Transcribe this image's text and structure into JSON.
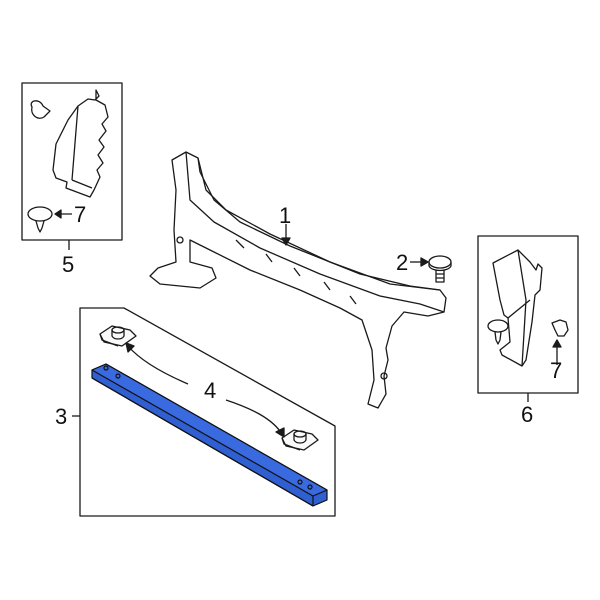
{
  "diagram": {
    "type": "exploded-parts-diagram",
    "colors": {
      "line": "#1a1a1a",
      "highlight": "#2f5fd0",
      "highlight_dark": "#1e3f9a",
      "background": "#ffffff"
    },
    "callouts": [
      {
        "id": "1",
        "label": "1",
        "part": "radiator-support-upper-tie-bar"
      },
      {
        "id": "2",
        "label": "2",
        "part": "bolt"
      },
      {
        "id": "3",
        "label": "3",
        "part": "lower-tie-bar-assembly"
      },
      {
        "id": "4",
        "label": "4",
        "part": "mount-brackets"
      },
      {
        "id": "5",
        "label": "5",
        "part": "left-air-deflector"
      },
      {
        "id": "6",
        "label": "6",
        "part": "right-air-deflector"
      },
      {
        "id": "7a",
        "label": "7",
        "part": "push-retainer-left"
      },
      {
        "id": "7b",
        "label": "7",
        "part": "push-retainer-right"
      }
    ]
  }
}
